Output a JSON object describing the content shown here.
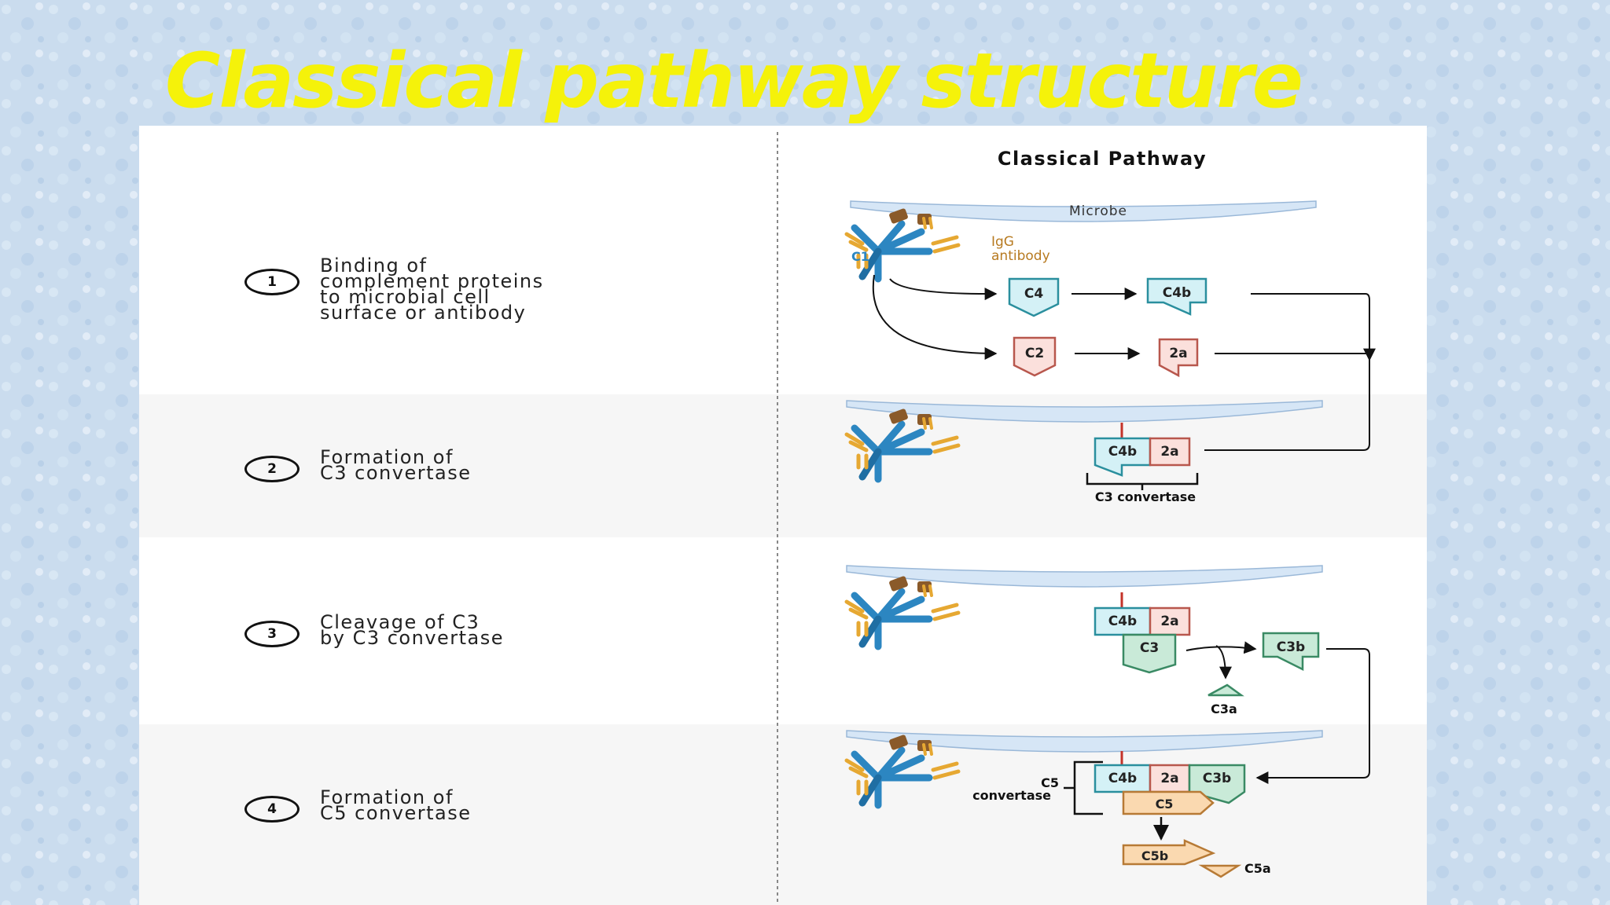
{
  "slide": {
    "title": "Classical pathway structure"
  },
  "diagram": {
    "heading": "Classical Pathway",
    "labels": {
      "microbe": "Microbe",
      "igg_line1": "IgG",
      "igg_line2": "antibody",
      "c1": "C1",
      "c4": "C4",
      "c4b": "C4b",
      "c2": "C2",
      "c2a": "2a",
      "c3": "C3",
      "c3b": "C3b",
      "c3a": "C3a",
      "c5": "C5",
      "c5b": "C5b",
      "c5a": "C5a",
      "c3_convertase": "C3 convertase",
      "c5_convertase_line1": "C5",
      "c5_convertase_line2": "convertase"
    },
    "colors": {
      "title_yellow": "#f5f20a",
      "c4_fill": "#d4f1f6",
      "c4_stroke": "#2a8f9e",
      "c2_fill": "#fbe0dc",
      "c2_stroke": "#b8574d",
      "c3_fill": "#c9ead8",
      "c3_stroke": "#3a8a64",
      "c5_fill": "#fad9b0",
      "c5_stroke": "#b77a35",
      "antibody_blue": "#2c86c1",
      "antibody_gold": "#e6a832",
      "antibody_brown": "#8a5a2a",
      "membrane": "#d6e6f6"
    }
  },
  "steps": [
    {
      "number": "1",
      "lines": [
        "Binding of",
        "complement proteins",
        "to microbial cell",
        "surface or antibody"
      ]
    },
    {
      "number": "2",
      "lines": [
        "Formation of",
        "C3 convertase"
      ]
    },
    {
      "number": "3",
      "lines": [
        "Cleavage of C3",
        "by C3 convertase"
      ]
    },
    {
      "number": "4",
      "lines": [
        "Formation of",
        "C5 convertase"
      ]
    }
  ]
}
